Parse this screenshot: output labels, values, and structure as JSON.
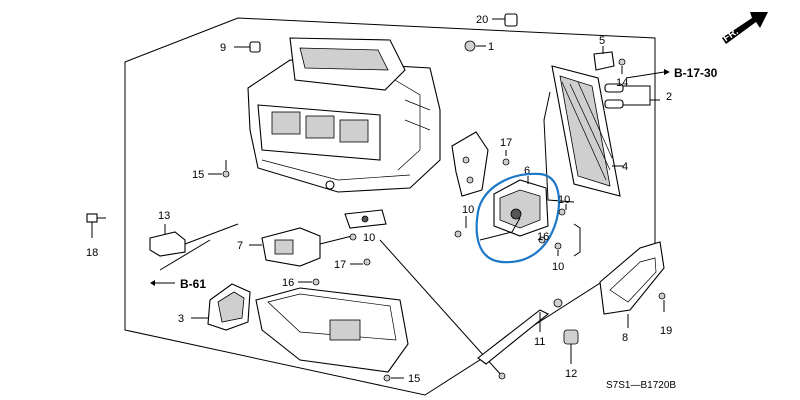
{
  "parts": {
    "p1": "1",
    "p2": "2",
    "p3": "3",
    "p4": "4",
    "p5": "5",
    "p6": "6",
    "p7": "7",
    "p8": "8",
    "p9": "9",
    "p10a": "10",
    "p10b": "10",
    "p10c": "10",
    "p10d": "10",
    "p11": "11",
    "p12": "12",
    "p13": "13",
    "p14": "14",
    "p15a": "15",
    "p15b": "15",
    "p16a": "16",
    "p16b": "16",
    "p17a": "17",
    "p17b": "17",
    "p18": "18",
    "p19": "19",
    "p20": "20"
  },
  "refs": {
    "b1730": "B-17-30",
    "b61": "B-61"
  },
  "direction": {
    "label": "FR."
  },
  "diagram_code": "S7S1—B1720B",
  "colors": {
    "highlight": "#1e78c8",
    "line": "#000000"
  }
}
